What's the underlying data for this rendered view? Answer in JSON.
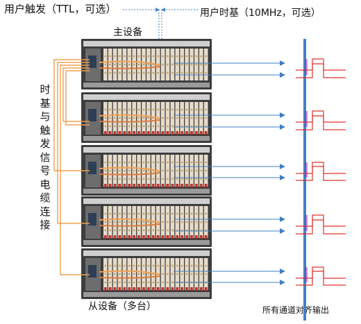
{
  "labels": {
    "user_trigger": "用户触发（TTL，可选）",
    "user_clock": "用户时基（10MHz，可选）",
    "master_device": "主设备",
    "slave_devices": "从设备（多台）",
    "cable_connection": "时基与触发信号电缆连接",
    "aligned_output": "所有通道对齐输出"
  },
  "colors": {
    "trigger_line": "#f0a050",
    "clock_line": "#3f83c8",
    "output_arrow": "#3f7fc4",
    "pulse_line": "#e0312a",
    "alignment_bar": "#3f83c8",
    "chassis": "#3d3d3d"
  },
  "units": [
    {
      "role": "master"
    },
    {
      "role": "slave"
    },
    {
      "role": "slave"
    },
    {
      "role": "slave"
    },
    {
      "role": "slave"
    }
  ]
}
